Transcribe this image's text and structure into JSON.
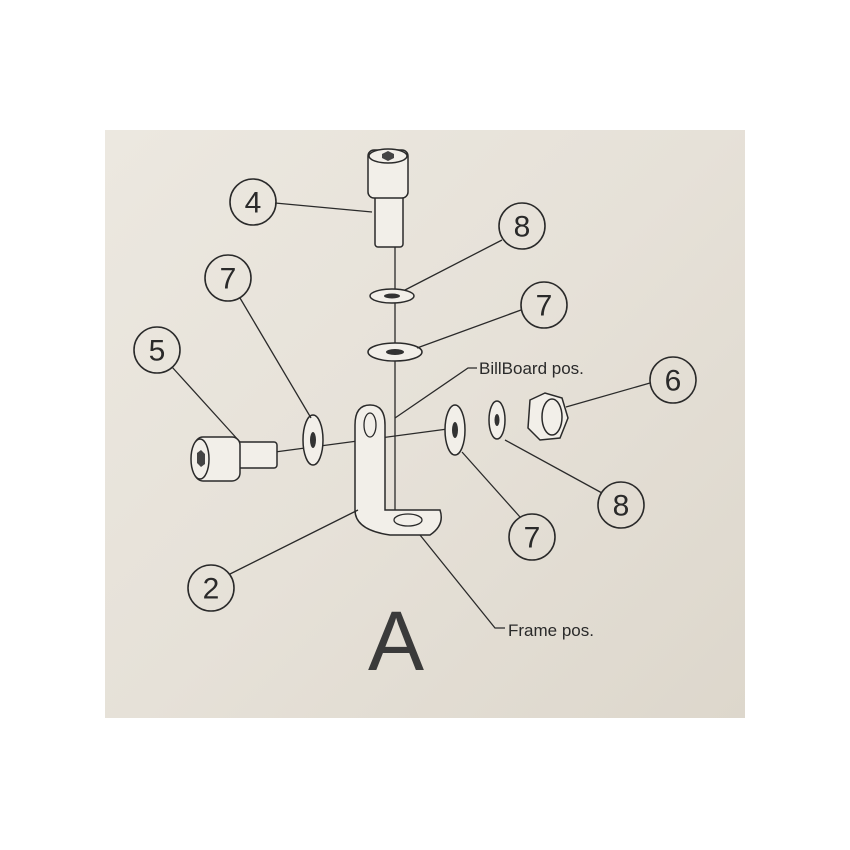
{
  "diagram": {
    "callouts": [
      {
        "number": "4",
        "part": "vertical-bolt"
      },
      {
        "number": "8",
        "part": "top-washer-small"
      },
      {
        "number": "7",
        "part": "left-washer"
      },
      {
        "number": "7",
        "part": "top-washer-large"
      },
      {
        "number": "5",
        "part": "horizontal-bolt"
      },
      {
        "number": "6",
        "part": "nut"
      },
      {
        "number": "8",
        "part": "right-washer-small"
      },
      {
        "number": "7",
        "part": "right-washer-large"
      },
      {
        "number": "2",
        "part": "bracket"
      }
    ],
    "labels": {
      "billboard": "BillBoard pos.",
      "frame": "Frame pos.",
      "figure": "A"
    }
  }
}
